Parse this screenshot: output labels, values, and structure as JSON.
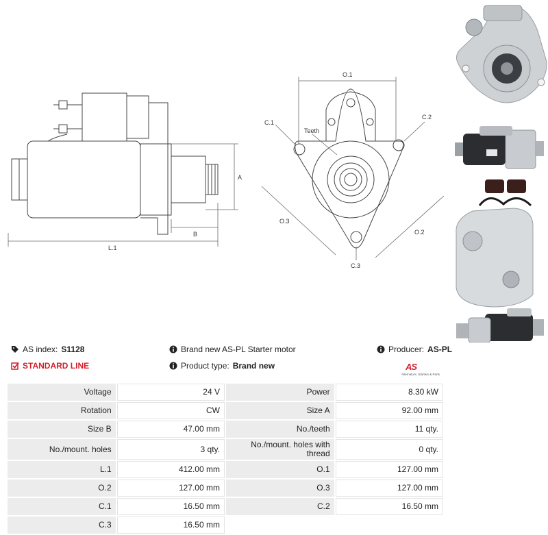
{
  "drawing": {
    "side_labels": {
      "length": "L.1",
      "size_a": "A",
      "size_b": "B"
    },
    "front_labels": {
      "o1": "O.1",
      "o2": "O.2",
      "o3": "O.3",
      "c1": "C.1",
      "c2": "C.2",
      "c3": "C.3",
      "teeth": "Teeth"
    }
  },
  "info": {
    "index_label": "AS index:",
    "index_value": "S1128",
    "line_label": "STANDARD LINE",
    "brand_text": "Brand new AS-PL Starter motor",
    "type_label": "Product type:",
    "type_value": "Brand new",
    "producer_label": "Producer:",
    "producer_value": "AS-PL",
    "logo_text": "AS",
    "logo_tagline": "Alternators, Starters & Parts"
  },
  "specs": [
    {
      "l1": "Voltage",
      "v1": "24 V",
      "l2": "Power",
      "v2": "8.30 kW"
    },
    {
      "l1": "Rotation",
      "v1": "CW",
      "l2": "Size A",
      "v2": "92.00 mm"
    },
    {
      "l1": "Size B",
      "v1": "47.00 mm",
      "l2": "No./teeth",
      "v2": "11 qty."
    },
    {
      "l1": "No./mount. holes",
      "v1": "3 qty.",
      "l2": "No./mount. holes with thread",
      "v2": "0 qty."
    },
    {
      "l1": "L.1",
      "v1": "412.00 mm",
      "l2": "O.1",
      "v2": "127.00 mm"
    },
    {
      "l1": "O.2",
      "v1": "127.00 mm",
      "l2": "O.3",
      "v2": "127.00 mm"
    },
    {
      "l1": "C.1",
      "v1": "16.50 mm",
      "l2": "C.2",
      "v2": "16.50 mm"
    },
    {
      "l1": "C.3",
      "v1": "16.50 mm",
      "l2": "",
      "v2": ""
    }
  ]
}
